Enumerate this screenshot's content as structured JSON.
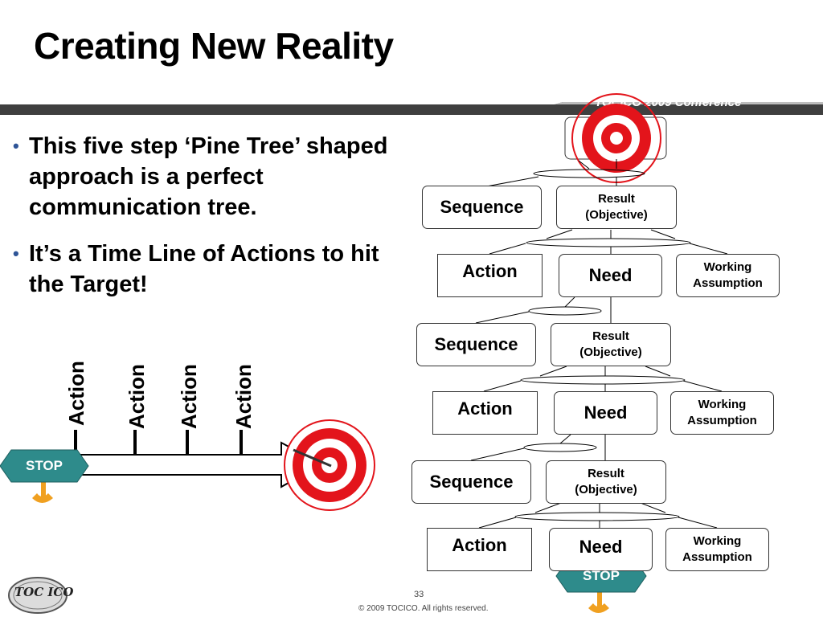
{
  "slide": {
    "title": "Creating New Reality",
    "conference": "TOCICO 2009 Conference",
    "page_number": "33",
    "copyright": "© 2009 TOCICO. All rights reserved.",
    "logo_text": "TOC ICO"
  },
  "bullets": [
    "This five step ‘Pine Tree’ shaped approach is a perfect communication tree.",
    " It’s a Time Line of Actions to hit the Target!"
  ],
  "timeline": {
    "action_labels": [
      "Action",
      "Action",
      "Action",
      "Action"
    ],
    "stop_label": "STOP"
  },
  "tree": {
    "levels": [
      {
        "sequence": "Sequence",
        "result": "Result\n(Objective)",
        "action": "Action",
        "need": "Need",
        "assumption": "Working\nAssumption"
      },
      {
        "sequence": "Sequence",
        "result": "Result\n(Objective)",
        "action": "Action",
        "need": "Need",
        "assumption": "Working\nAssumption"
      },
      {
        "sequence": "Sequence",
        "result": "Result\n(Objective)",
        "action": "Action",
        "need": "Need",
        "assumption": "Working\nAssumption"
      }
    ],
    "stop_label": "STOP"
  },
  "colors": {
    "target_red": "#e3141b",
    "stop_teal": "#2e8b8b",
    "band_gray": "#3f3f3f",
    "hand_orange": "#f0a020"
  }
}
